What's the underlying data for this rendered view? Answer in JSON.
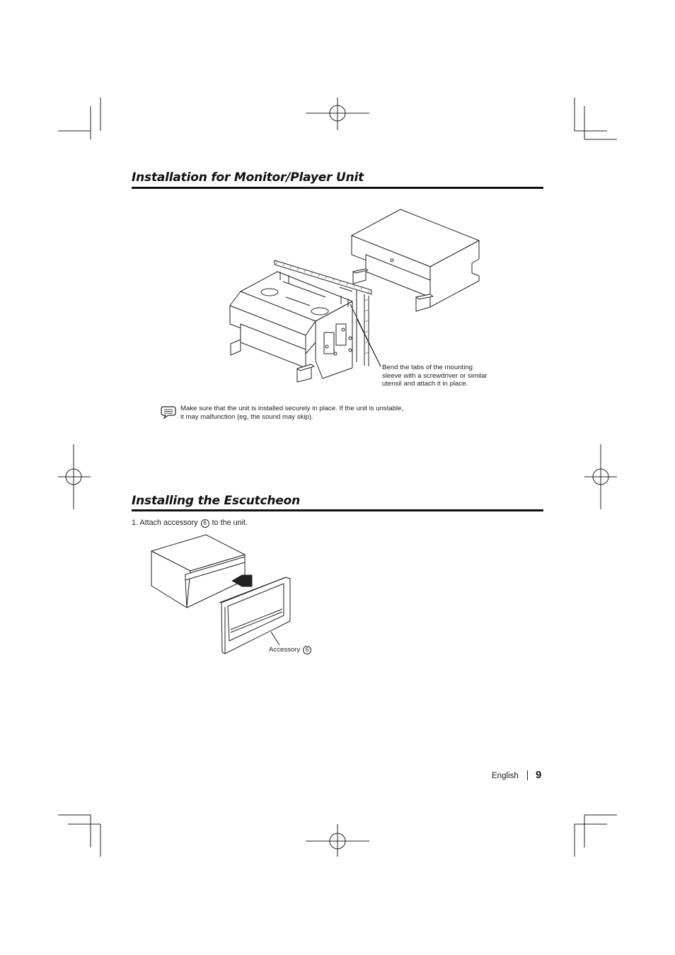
{
  "section1": {
    "title": "Installation for Monitor/Player Unit",
    "callout": "Bend the tabs of the mounting sleeve with a screwdriver or similar utensil and attach it in place.",
    "callout_lines": [
      "Bend the tabs of the mounting",
      "sleeve with a screwdriver or similar",
      "utensil and attach it in place."
    ],
    "note_lines": [
      "Make sure that the unit is installed securely in place. If the unit is unstable,",
      "it may malfunction (eg, the sound may skip)."
    ],
    "note_icon": "note-icon"
  },
  "section2": {
    "title": "Installing the Escutcheon",
    "step": {
      "number": "1.",
      "text_before": "Attach accessory",
      "accessory_number": "6",
      "text_after": "to the unit."
    },
    "accessory_label": "Accessory",
    "accessory_label_number": "6"
  },
  "footer": {
    "language": "English",
    "page_number": "9"
  }
}
